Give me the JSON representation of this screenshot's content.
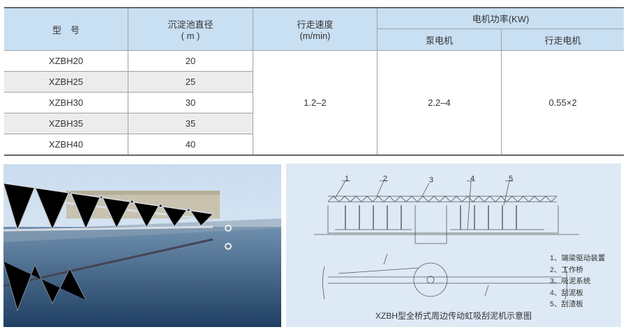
{
  "table": {
    "headers": {
      "model": "型　号",
      "diameter": "沉淀池直径",
      "diameter_unit": "( m )",
      "speed": "行走速度",
      "speed_unit": "(m/min)",
      "power": "电机功率(KW)",
      "pump_motor": "泵电机",
      "travel_motor": "行走电机"
    },
    "rows": [
      {
        "model": "XZBH20",
        "diameter": "20"
      },
      {
        "model": "XZBH25",
        "diameter": "25"
      },
      {
        "model": "XZBH30",
        "diameter": "30"
      },
      {
        "model": "XZBH35",
        "diameter": "35"
      },
      {
        "model": "XZBH40",
        "diameter": "40"
      }
    ],
    "speed": "1.2–2",
    "pump_power": "2.2–4",
    "travel_power": "0.55×2"
  },
  "diagram": {
    "callouts": [
      "1",
      "2",
      "3",
      "4",
      "5"
    ],
    "legend": [
      "1、端梁驱动装置",
      "2、工作桥",
      "3、吸泥系统",
      "4、刮泥板",
      "5、刮渣板"
    ],
    "caption": "XZBH型全桥式周边传动虹吸刮泥机示意图"
  }
}
